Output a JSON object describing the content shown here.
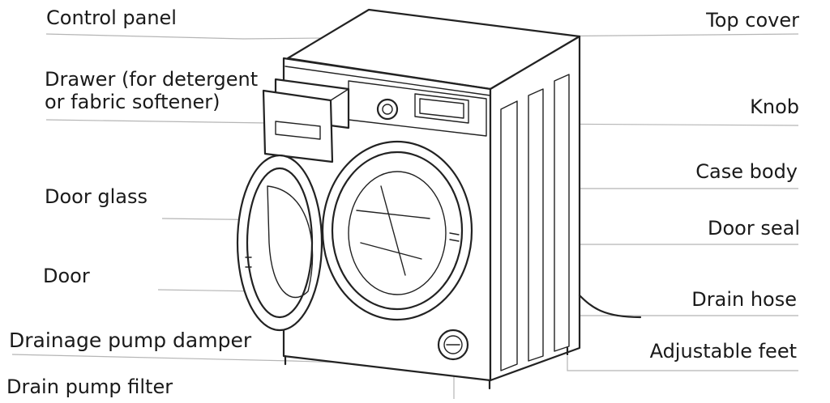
{
  "labels": {
    "control_panel": "Control panel",
    "drawer_line1": "Drawer (for detergent",
    "drawer_line2": "or fabric softener)",
    "door_glass": "Door glass",
    "door": "Door",
    "drainage_pump_damper": "Drainage pump damper",
    "drain_pump_filter": "Drain pump filter",
    "top_cover": "Top cover",
    "knob": "Knob",
    "case_body": "Case body",
    "door_seal": "Door seal",
    "drain_hose": "Drain hose",
    "adjustable_feet": "Adjustable feet"
  },
  "colors": {
    "outline": "#222222",
    "leader_line": "#b5b5b5",
    "text": "#1a1a1a",
    "background": "#ffffff"
  }
}
